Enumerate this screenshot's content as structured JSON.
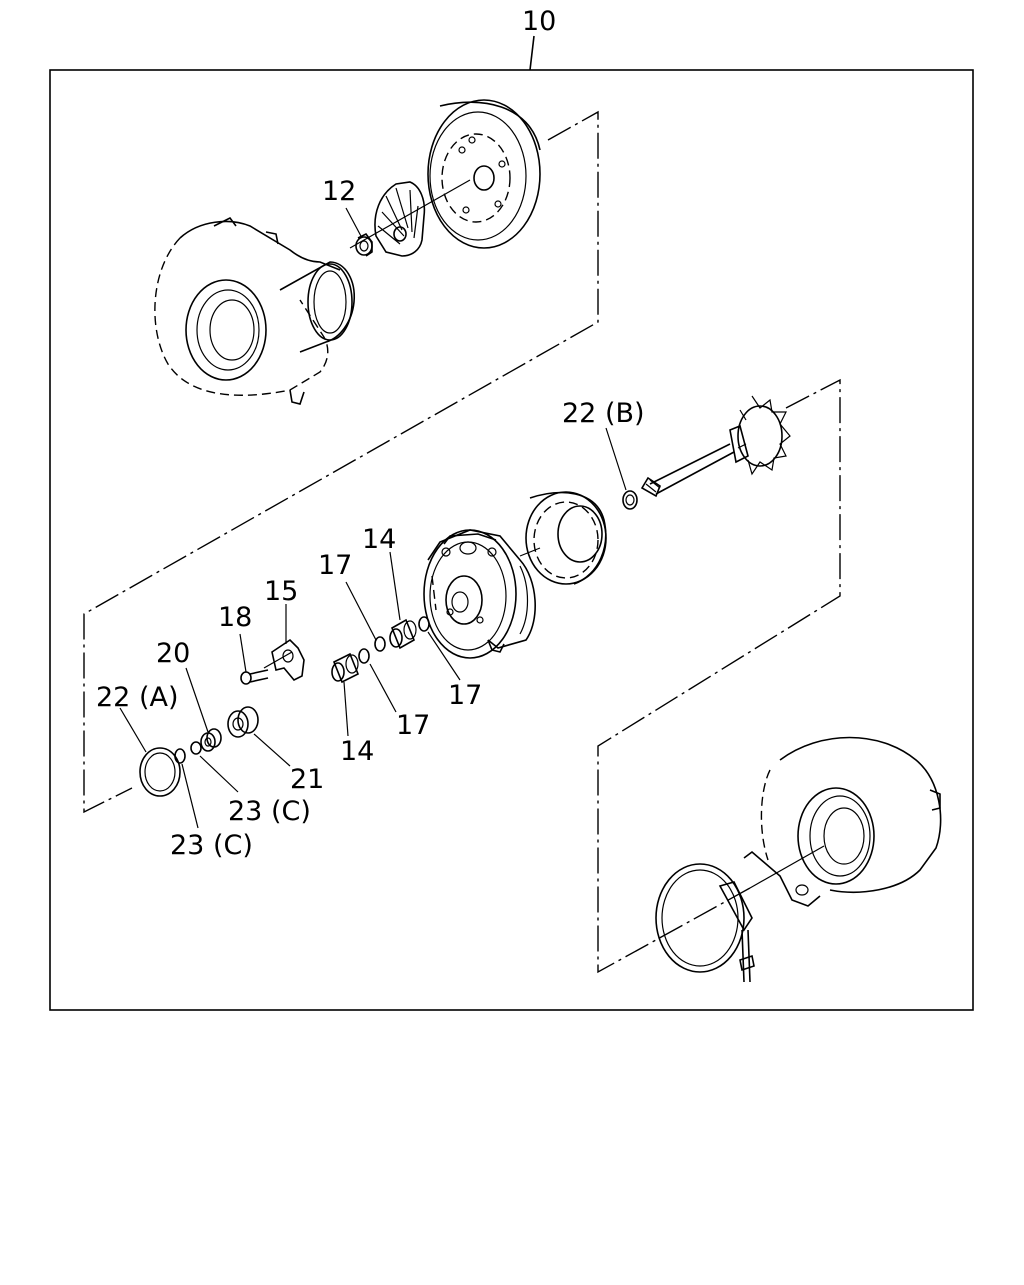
{
  "diagram": {
    "labels": {
      "assembly": "10",
      "impeller_nut": "12",
      "bearing_a": "14",
      "bearing_b": "14",
      "plate": "15",
      "snap_ring_a": "17",
      "snap_ring_b": "17",
      "snap_ring_c": "17",
      "bolt": "18",
      "thrust_collar": "20",
      "bushing": "21",
      "o_ring_a": "22 (A)",
      "o_ring_b": "22 (B)",
      "seal_ring_a": "23 (C)",
      "seal_ring_b": "23 (C)"
    }
  }
}
